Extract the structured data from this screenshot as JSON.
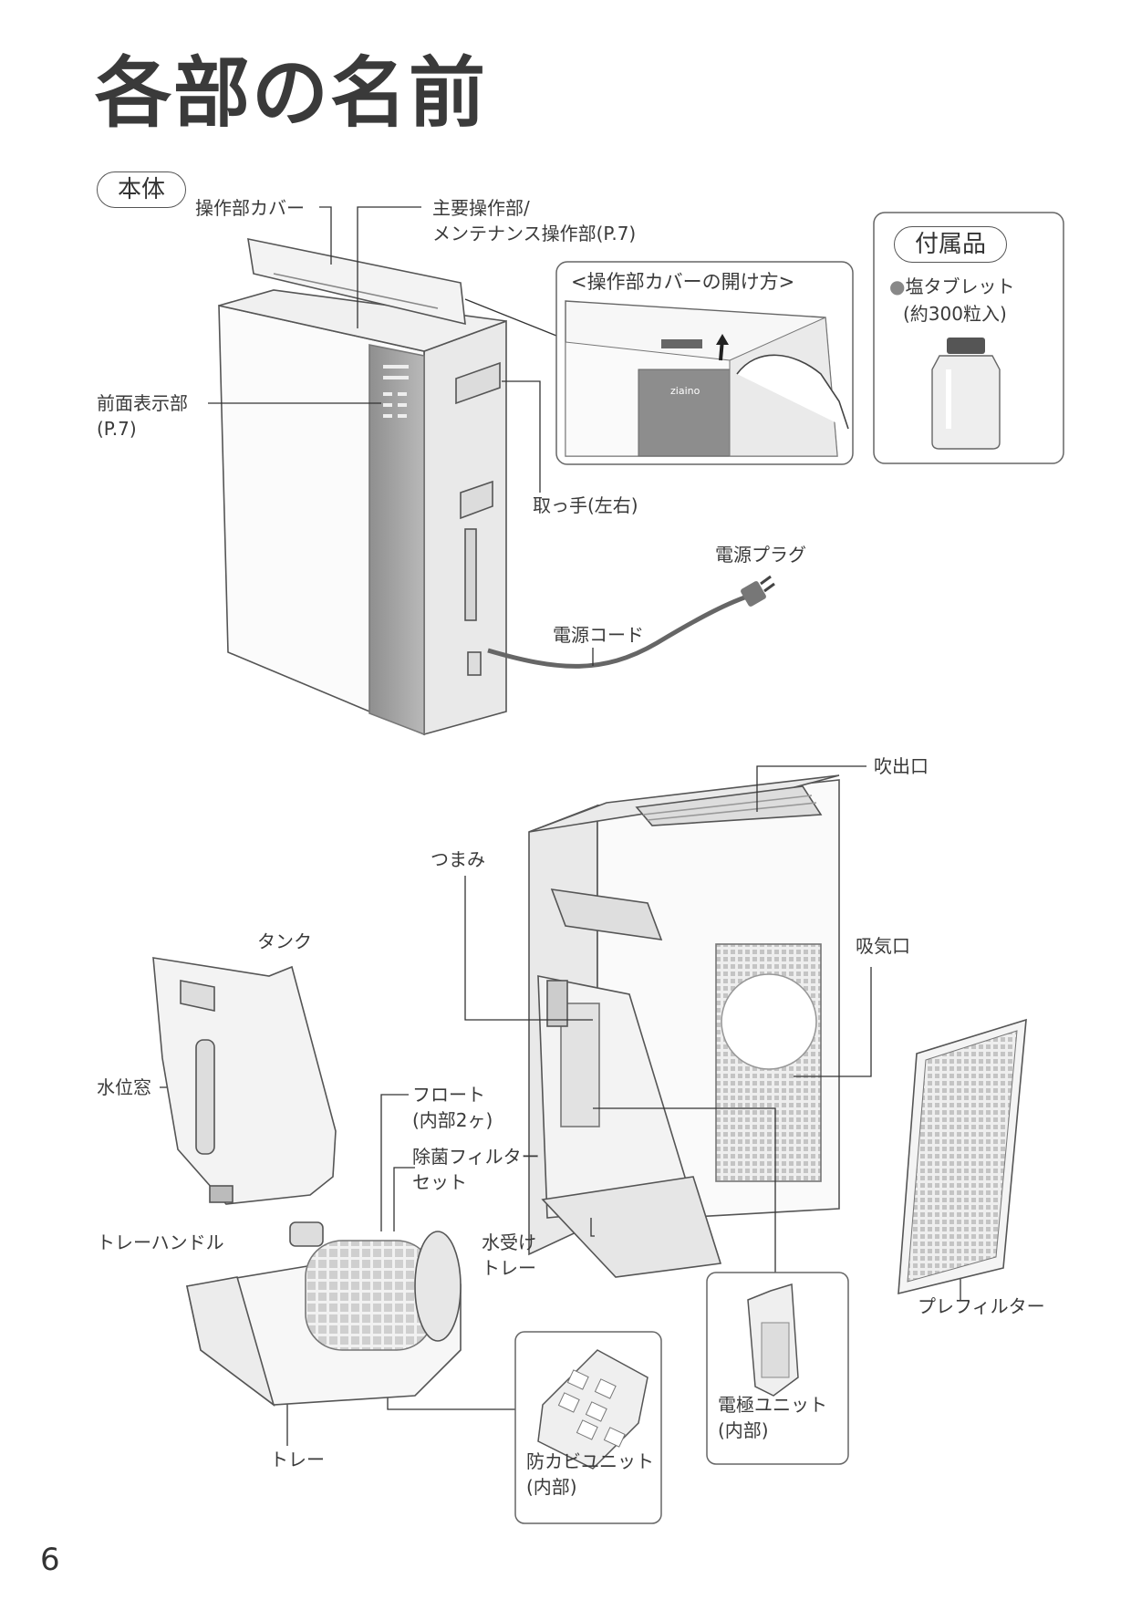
{
  "page": {
    "title": "各部の名前",
    "page_number": "6"
  },
  "body_section": {
    "tag": "本体",
    "labels": {
      "control_cover": "操作部カバー",
      "main_controls_1": "主要操作部/",
      "main_controls_2": "メンテナンス操作部(P.7)",
      "front_display_1": "前面表示部",
      "front_display_2": "(P.7)",
      "handle": "取っ手(左右)",
      "power_plug": "電源プラグ",
      "power_cord": "電源コード"
    },
    "inset": {
      "title": "<操作部カバーの開け方>",
      "brand": "ziaino"
    }
  },
  "accessories": {
    "tag": "付属品",
    "bullet": "●",
    "item": "塩タブレット",
    "item_note": "(約300粒入)"
  },
  "back_section": {
    "labels": {
      "outlet": "吹出口",
      "knob": "つまみ",
      "inlet": "吸気口",
      "tank": "タンク",
      "water_window": "水位窓",
      "float_1": "フロート",
      "float_2": "(内部2ヶ)",
      "filter_set_1": "除菌フィルター",
      "filter_set_2": "セット",
      "tray_handle": "トレーハンドル",
      "drip_tray_1": "水受け",
      "drip_tray_2": "トレー",
      "tray": "トレー",
      "prefilter": "プレフィルター",
      "electrode_1": "電極ユニット",
      "electrode_2": "(内部)",
      "antimold_1": "防カビユニット",
      "antimold_2": "(内部)"
    }
  }
}
